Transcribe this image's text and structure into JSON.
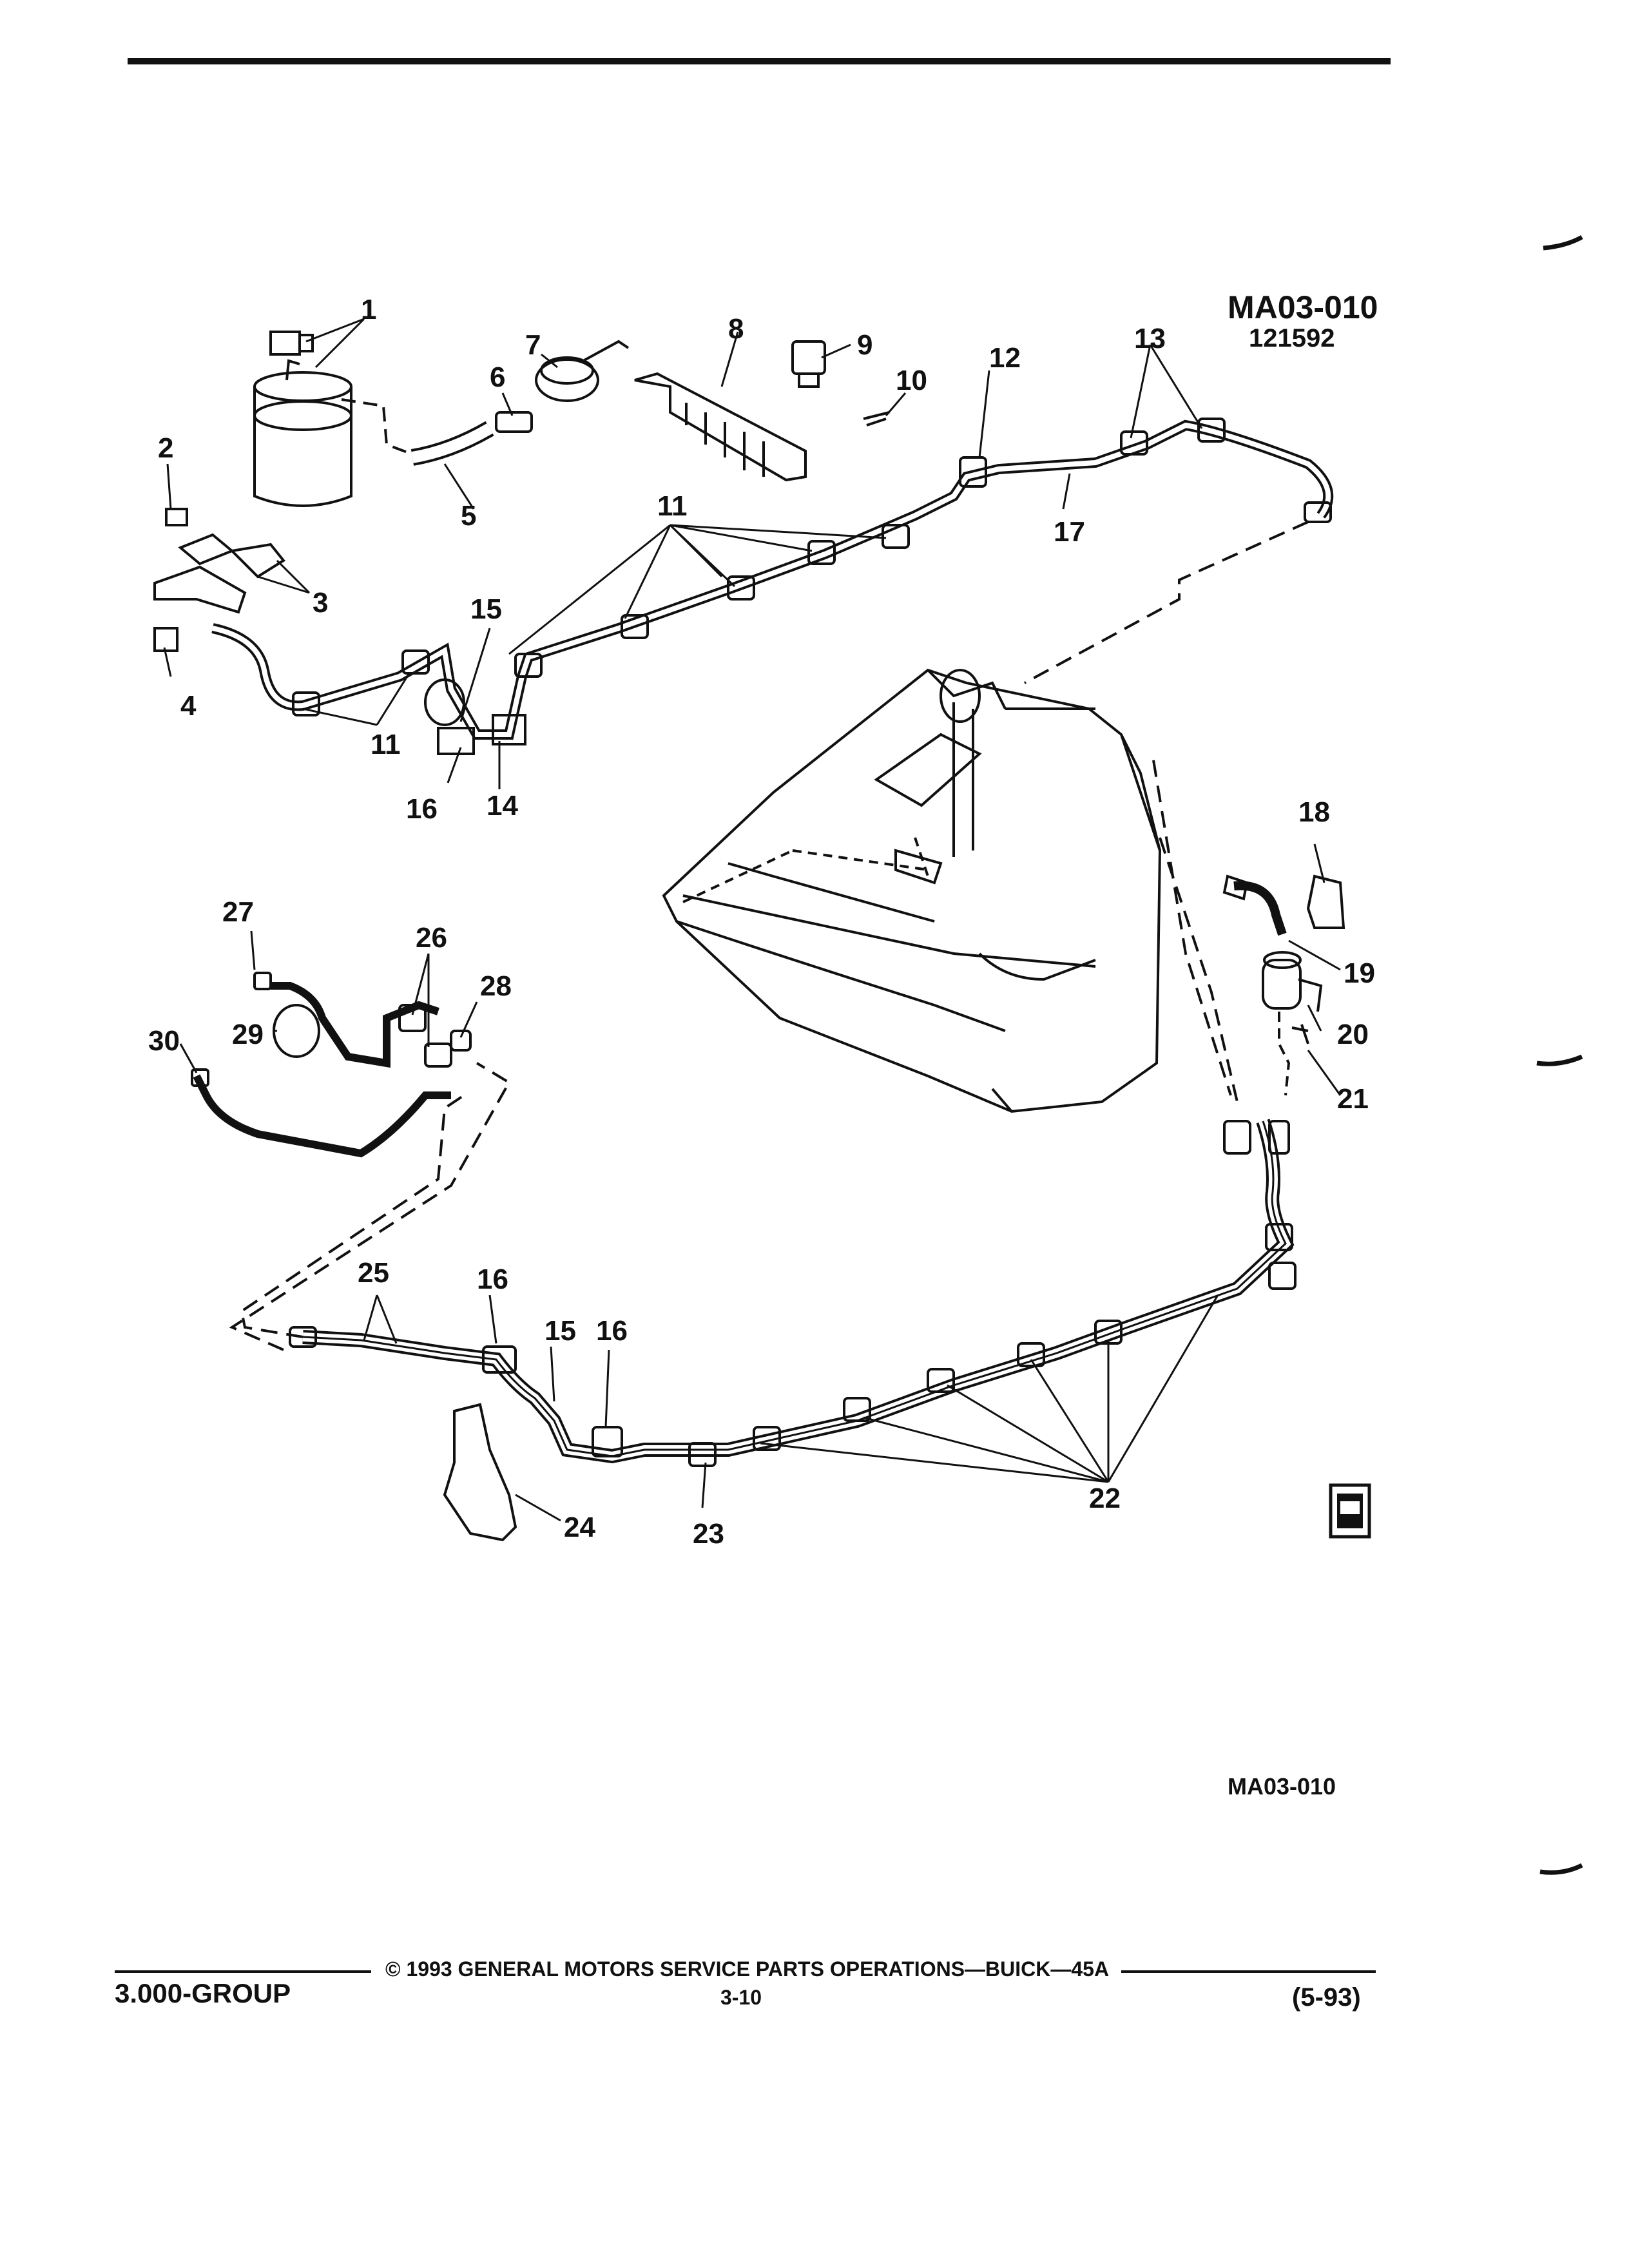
{
  "figure": {
    "reference_code": "MA03-010",
    "reference_date": "121592",
    "bottom_code": "MA03-010"
  },
  "callouts": [
    "1",
    "2",
    "3",
    "4",
    "5",
    "6",
    "7",
    "8",
    "9",
    "10",
    "11",
    "12",
    "13",
    "14",
    "15",
    "16",
    "17",
    "18",
    "19",
    "20",
    "21",
    "22",
    "23",
    "24",
    "25",
    "26",
    "27",
    "28",
    "29",
    "30"
  ],
  "icons": [
    "gm-spo-badge-icon"
  ],
  "footer": {
    "group": "3.000-GROUP",
    "copyright": "© 1993 GENERAL MOTORS SERVICE PARTS OPERATIONS—BUICK—45A",
    "page": "3-10",
    "date": "(5-93)"
  },
  "colors": {
    "ink": "#111111",
    "paper": "#ffffff"
  }
}
